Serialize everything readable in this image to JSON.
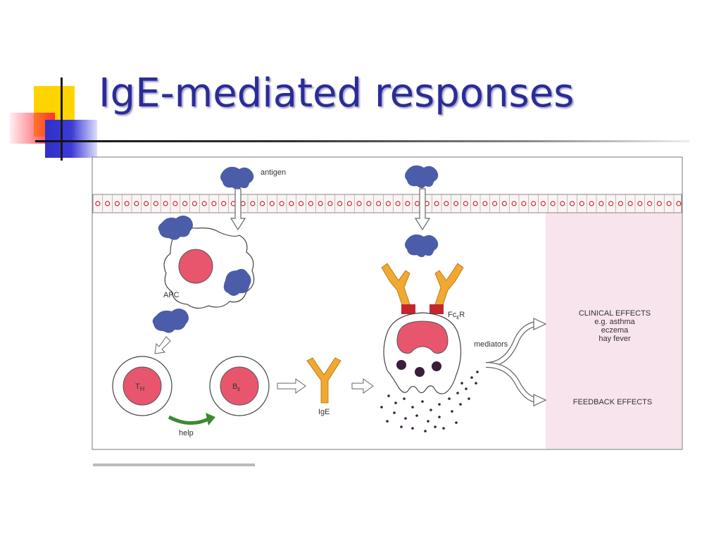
{
  "slide": {
    "title": "IgE-mediated responses"
  },
  "figure": {
    "labels": {
      "antigen": "antigen",
      "apc": "APC",
      "th": "T",
      "th_sub": "H",
      "be": "B",
      "be_sub": "ε",
      "help": "help",
      "ige": "IgE",
      "fcer": "Fc",
      "fcer_sub": "ε",
      "fcer_r": "R",
      "mediators": "mediators",
      "clinical_title": "CLINICAL EFFECTS",
      "clinical_eg": "e.g. asthma",
      "clinical_eczema": "eczema",
      "clinical_hayfever": "hay fever",
      "feedback": "FEEDBACK EFFECTS"
    },
    "colors": {
      "antigen": "#4b5ca8",
      "nucleus": "#e8566e",
      "ige": "#f0a830",
      "receptor": "#c4262e",
      "help_arrow": "#3c8a32",
      "effects_panel": "#f8e4ec",
      "granule": "#3a1e3a"
    }
  }
}
